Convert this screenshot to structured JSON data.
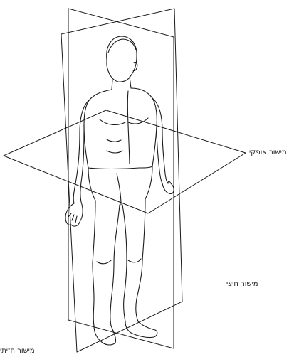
{
  "labels": {
    "horizontal_plane": "מישור אופקי",
    "sagittal_plane": "מישור חיצי",
    "frontal_plane": "מישור חזיתי"
  },
  "colors": {
    "line": "#1a1a1a",
    "background": "#ffffff"
  }
}
